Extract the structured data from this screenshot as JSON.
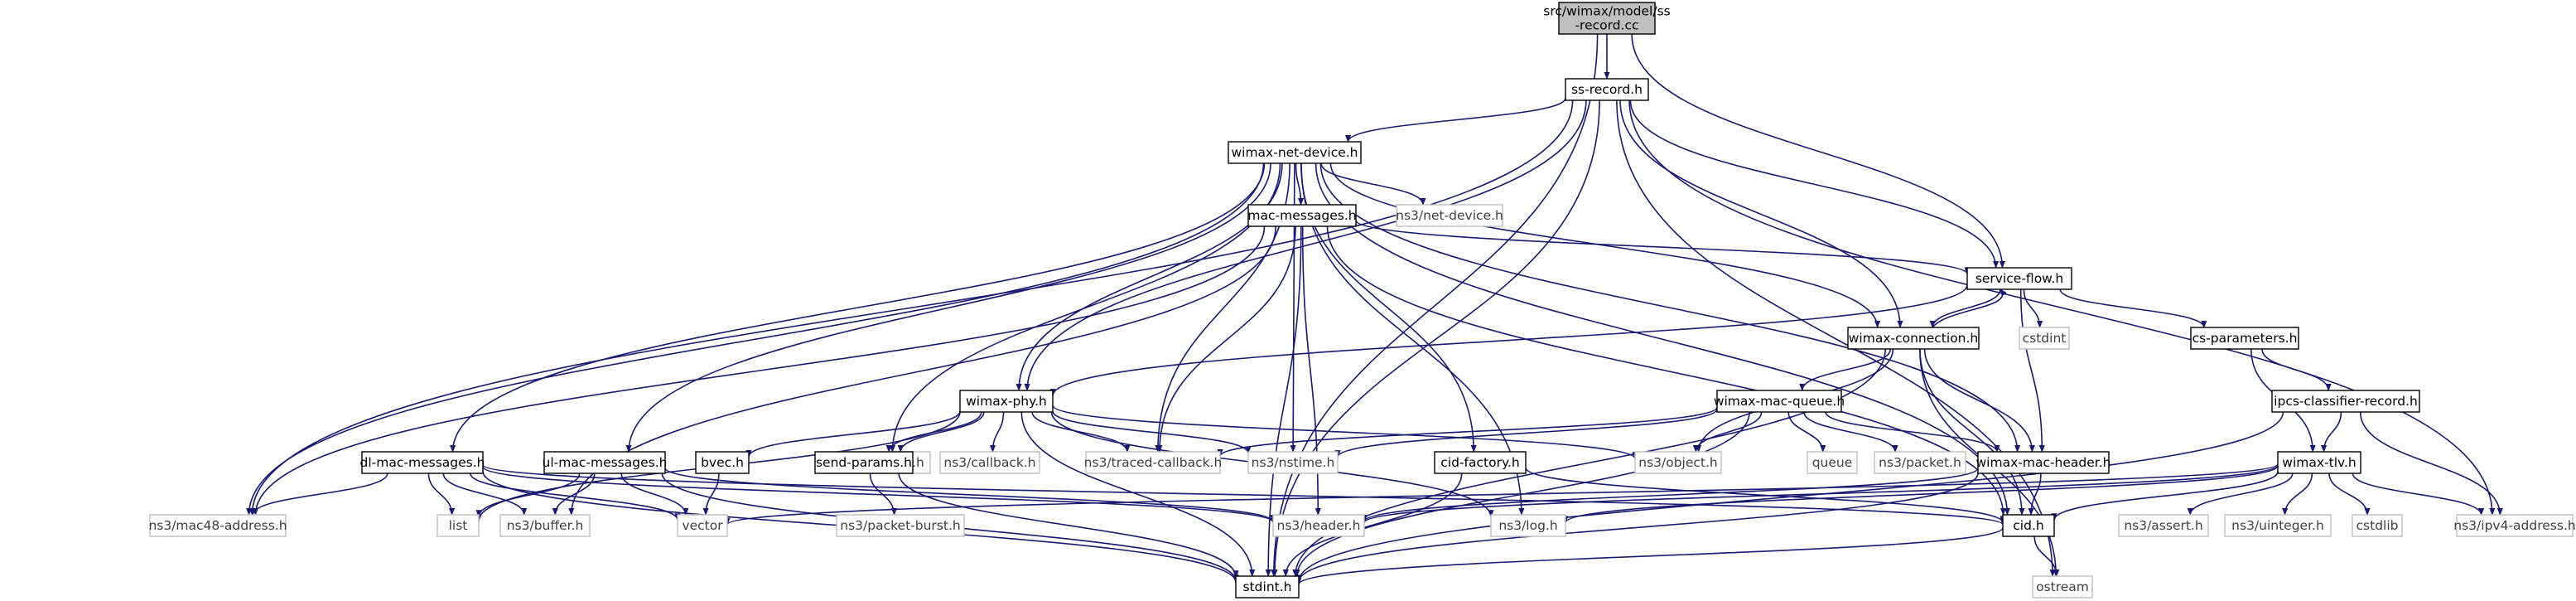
{
  "colors": {
    "edge": "#191970",
    "root_fill": "#bfbfbf",
    "local_border": "#000000",
    "external_border": "#bfbfbf"
  },
  "nodes": [
    {
      "id": "root",
      "lines": [
        "src/wimax/model/ss",
        "-record.cc"
      ],
      "kind": "root"
    },
    {
      "id": "ss-record",
      "lines": [
        "ss-record.h"
      ],
      "kind": "local"
    },
    {
      "id": "wimax-net-device",
      "lines": [
        "wimax-net-device.h"
      ],
      "kind": "local"
    },
    {
      "id": "mac-messages",
      "lines": [
        "mac-messages.h"
      ],
      "kind": "local"
    },
    {
      "id": "net-device",
      "lines": [
        "ns3/net-device.h"
      ],
      "kind": "external"
    },
    {
      "id": "service-flow",
      "lines": [
        "service-flow.h"
      ],
      "kind": "local"
    },
    {
      "id": "wimax-connection",
      "lines": [
        "wimax-connection.h"
      ],
      "kind": "local"
    },
    {
      "id": "cstdint",
      "lines": [
        "cstdint"
      ],
      "kind": "external"
    },
    {
      "id": "cs-parameters",
      "lines": [
        "cs-parameters.h"
      ],
      "kind": "local"
    },
    {
      "id": "ipcs-classifier-record",
      "lines": [
        "ipcs-classifier-record.h"
      ],
      "kind": "local"
    },
    {
      "id": "wimax-phy",
      "lines": [
        "wimax-phy.h"
      ],
      "kind": "local"
    },
    {
      "id": "wimax-mac-queue",
      "lines": [
        "wimax-mac-queue.h"
      ],
      "kind": "local"
    },
    {
      "id": "wimax-tlv",
      "lines": [
        "wimax-tlv.h"
      ],
      "kind": "local"
    },
    {
      "id": "event-id",
      "lines": [
        "ns3/event-id.h"
      ],
      "kind": "external"
    },
    {
      "id": "dl-mac-messages",
      "lines": [
        "dl-mac-messages.h"
      ],
      "kind": "local"
    },
    {
      "id": "ul-mac-messages",
      "lines": [
        "ul-mac-messages.h"
      ],
      "kind": "local"
    },
    {
      "id": "bvec",
      "lines": [
        "bvec.h"
      ],
      "kind": "local"
    },
    {
      "id": "send-params",
      "lines": [
        "send-params.h"
      ],
      "kind": "local"
    },
    {
      "id": "callback",
      "lines": [
        "ns3/callback.h"
      ],
      "kind": "external"
    },
    {
      "id": "traced-callback",
      "lines": [
        "ns3/traced-callback.h"
      ],
      "kind": "external"
    },
    {
      "id": "nstime",
      "lines": [
        "ns3/nstime.h"
      ],
      "kind": "external"
    },
    {
      "id": "cid-factory",
      "lines": [
        "cid-factory.h"
      ],
      "kind": "local"
    },
    {
      "id": "object",
      "lines": [
        "ns3/object.h"
      ],
      "kind": "external"
    },
    {
      "id": "queue",
      "lines": [
        "queue"
      ],
      "kind": "external"
    },
    {
      "id": "packet",
      "lines": [
        "ns3/packet.h"
      ],
      "kind": "external"
    },
    {
      "id": "wimax-mac-header",
      "lines": [
        "wimax-mac-header.h"
      ],
      "kind": "local"
    },
    {
      "id": "mac48-address",
      "lines": [
        "ns3/mac48-address.h"
      ],
      "kind": "external"
    },
    {
      "id": "list",
      "lines": [
        "list"
      ],
      "kind": "external"
    },
    {
      "id": "buffer",
      "lines": [
        "ns3/buffer.h"
      ],
      "kind": "external"
    },
    {
      "id": "vector",
      "lines": [
        "vector"
      ],
      "kind": "external"
    },
    {
      "id": "packet-burst",
      "lines": [
        "ns3/packet-burst.h"
      ],
      "kind": "external"
    },
    {
      "id": "header",
      "lines": [
        "ns3/header.h"
      ],
      "kind": "external"
    },
    {
      "id": "log",
      "lines": [
        "ns3/log.h"
      ],
      "kind": "external"
    },
    {
      "id": "cid",
      "lines": [
        "cid.h"
      ],
      "kind": "local"
    },
    {
      "id": "assert",
      "lines": [
        "ns3/assert.h"
      ],
      "kind": "external"
    },
    {
      "id": "uinteger",
      "lines": [
        "ns3/uinteger.h"
      ],
      "kind": "external"
    },
    {
      "id": "cstdlib",
      "lines": [
        "cstdlib"
      ],
      "kind": "external"
    },
    {
      "id": "ipv4-address",
      "lines": [
        "ns3/ipv4-address.h"
      ],
      "kind": "external"
    },
    {
      "id": "stdint",
      "lines": [
        "stdint.h"
      ],
      "kind": "local"
    },
    {
      "id": "ostream",
      "lines": [
        "ostream"
      ],
      "kind": "external"
    }
  ],
  "edges": [
    [
      "root",
      "ss-record"
    ],
    [
      "root",
      "service-flow"
    ],
    [
      "root",
      "stdint"
    ],
    [
      "ss-record",
      "wimax-net-device"
    ],
    [
      "ss-record",
      "service-flow"
    ],
    [
      "ss-record",
      "wimax-connection"
    ],
    [
      "ss-record",
      "wimax-phy"
    ],
    [
      "ss-record",
      "mac48-address"
    ],
    [
      "ss-record",
      "stdint"
    ],
    [
      "ss-record",
      "ipv4-address"
    ],
    [
      "ss-record",
      "ostream"
    ],
    [
      "wimax-net-device",
      "mac-messages"
    ],
    [
      "wimax-net-device",
      "net-device"
    ],
    [
      "wimax-net-device",
      "wimax-connection"
    ],
    [
      "wimax-net-device",
      "wimax-phy"
    ],
    [
      "wimax-net-device",
      "event-id"
    ],
    [
      "wimax-net-device",
      "dl-mac-messages"
    ],
    [
      "wimax-net-device",
      "ul-mac-messages"
    ],
    [
      "wimax-net-device",
      "traced-callback"
    ],
    [
      "wimax-net-device",
      "nstime"
    ],
    [
      "wimax-net-device",
      "cid-factory"
    ],
    [
      "wimax-net-device",
      "log"
    ],
    [
      "wimax-net-device",
      "wimax-mac-header"
    ],
    [
      "wimax-net-device",
      "cid"
    ],
    [
      "wimax-net-device",
      "mac48-address"
    ],
    [
      "mac-messages",
      "service-flow"
    ],
    [
      "mac-messages",
      "mac48-address"
    ],
    [
      "mac-messages",
      "buffer"
    ],
    [
      "mac-messages",
      "header"
    ],
    [
      "mac-messages",
      "cid"
    ],
    [
      "mac-messages",
      "stdint"
    ],
    [
      "mac-messages",
      "traced-callback"
    ],
    [
      "service-flow",
      "wimax-connection"
    ],
    [
      "service-flow",
      "cstdint"
    ],
    [
      "service-flow",
      "cs-parameters"
    ],
    [
      "service-flow",
      "wimax-phy"
    ],
    [
      "service-flow",
      "wimax-mac-header"
    ],
    [
      "wimax-connection",
      "service-flow"
    ],
    [
      "wimax-connection",
      "wimax-mac-queue"
    ],
    [
      "wimax-connection",
      "object"
    ],
    [
      "wimax-connection",
      "wimax-mac-header"
    ],
    [
      "wimax-connection",
      "cid"
    ],
    [
      "wimax-connection",
      "stdint"
    ],
    [
      "wimax-connection",
      "ostream"
    ],
    [
      "cs-parameters",
      "ipcs-classifier-record"
    ],
    [
      "cs-parameters",
      "wimax-tlv"
    ],
    [
      "ipcs-classifier-record",
      "wimax-tlv"
    ],
    [
      "ipcs-classifier-record",
      "ipv4-address"
    ],
    [
      "ipcs-classifier-record",
      "stdint"
    ],
    [
      "wimax-phy",
      "event-id"
    ],
    [
      "wimax-phy",
      "bvec"
    ],
    [
      "wimax-phy",
      "send-params"
    ],
    [
      "wimax-phy",
      "callback"
    ],
    [
      "wimax-phy",
      "traced-callback"
    ],
    [
      "wimax-phy",
      "nstime"
    ],
    [
      "wimax-phy",
      "object"
    ],
    [
      "wimax-phy",
      "list"
    ],
    [
      "wimax-phy",
      "log"
    ],
    [
      "wimax-phy",
      "stdint"
    ],
    [
      "wimax-mac-queue",
      "traced-callback"
    ],
    [
      "wimax-mac-queue",
      "nstime"
    ],
    [
      "wimax-mac-queue",
      "object"
    ],
    [
      "wimax-mac-queue",
      "queue"
    ],
    [
      "wimax-mac-queue",
      "packet"
    ],
    [
      "wimax-mac-queue",
      "wimax-mac-header"
    ],
    [
      "wimax-mac-queue",
      "stdint"
    ],
    [
      "wimax-tlv",
      "vector"
    ],
    [
      "wimax-tlv",
      "header"
    ],
    [
      "wimax-tlv",
      "log"
    ],
    [
      "wimax-tlv",
      "cid"
    ],
    [
      "wimax-tlv",
      "assert"
    ],
    [
      "wimax-tlv",
      "uinteger"
    ],
    [
      "wimax-tlv",
      "cstdlib"
    ],
    [
      "wimax-tlv",
      "ipv4-address"
    ],
    [
      "dl-mac-messages",
      "mac48-address"
    ],
    [
      "dl-mac-messages",
      "list"
    ],
    [
      "dl-mac-messages",
      "buffer"
    ],
    [
      "dl-mac-messages",
      "vector"
    ],
    [
      "dl-mac-messages",
      "header"
    ],
    [
      "dl-mac-messages",
      "cid"
    ],
    [
      "dl-mac-messages",
      "stdint"
    ],
    [
      "ul-mac-messages",
      "list"
    ],
    [
      "ul-mac-messages",
      "buffer"
    ],
    [
      "ul-mac-messages",
      "vector"
    ],
    [
      "ul-mac-messages",
      "header"
    ],
    [
      "ul-mac-messages",
      "stdint"
    ],
    [
      "bvec",
      "vector"
    ],
    [
      "send-params",
      "packet-burst"
    ],
    [
      "send-params",
      "stdint"
    ],
    [
      "cid-factory",
      "cid"
    ],
    [
      "cid-factory",
      "stdint"
    ],
    [
      "wimax-mac-header",
      "header"
    ],
    [
      "wimax-mac-header",
      "cid"
    ],
    [
      "wimax-mac-header",
      "stdint"
    ],
    [
      "cid",
      "stdint"
    ],
    [
      "cid",
      "ostream"
    ]
  ]
}
